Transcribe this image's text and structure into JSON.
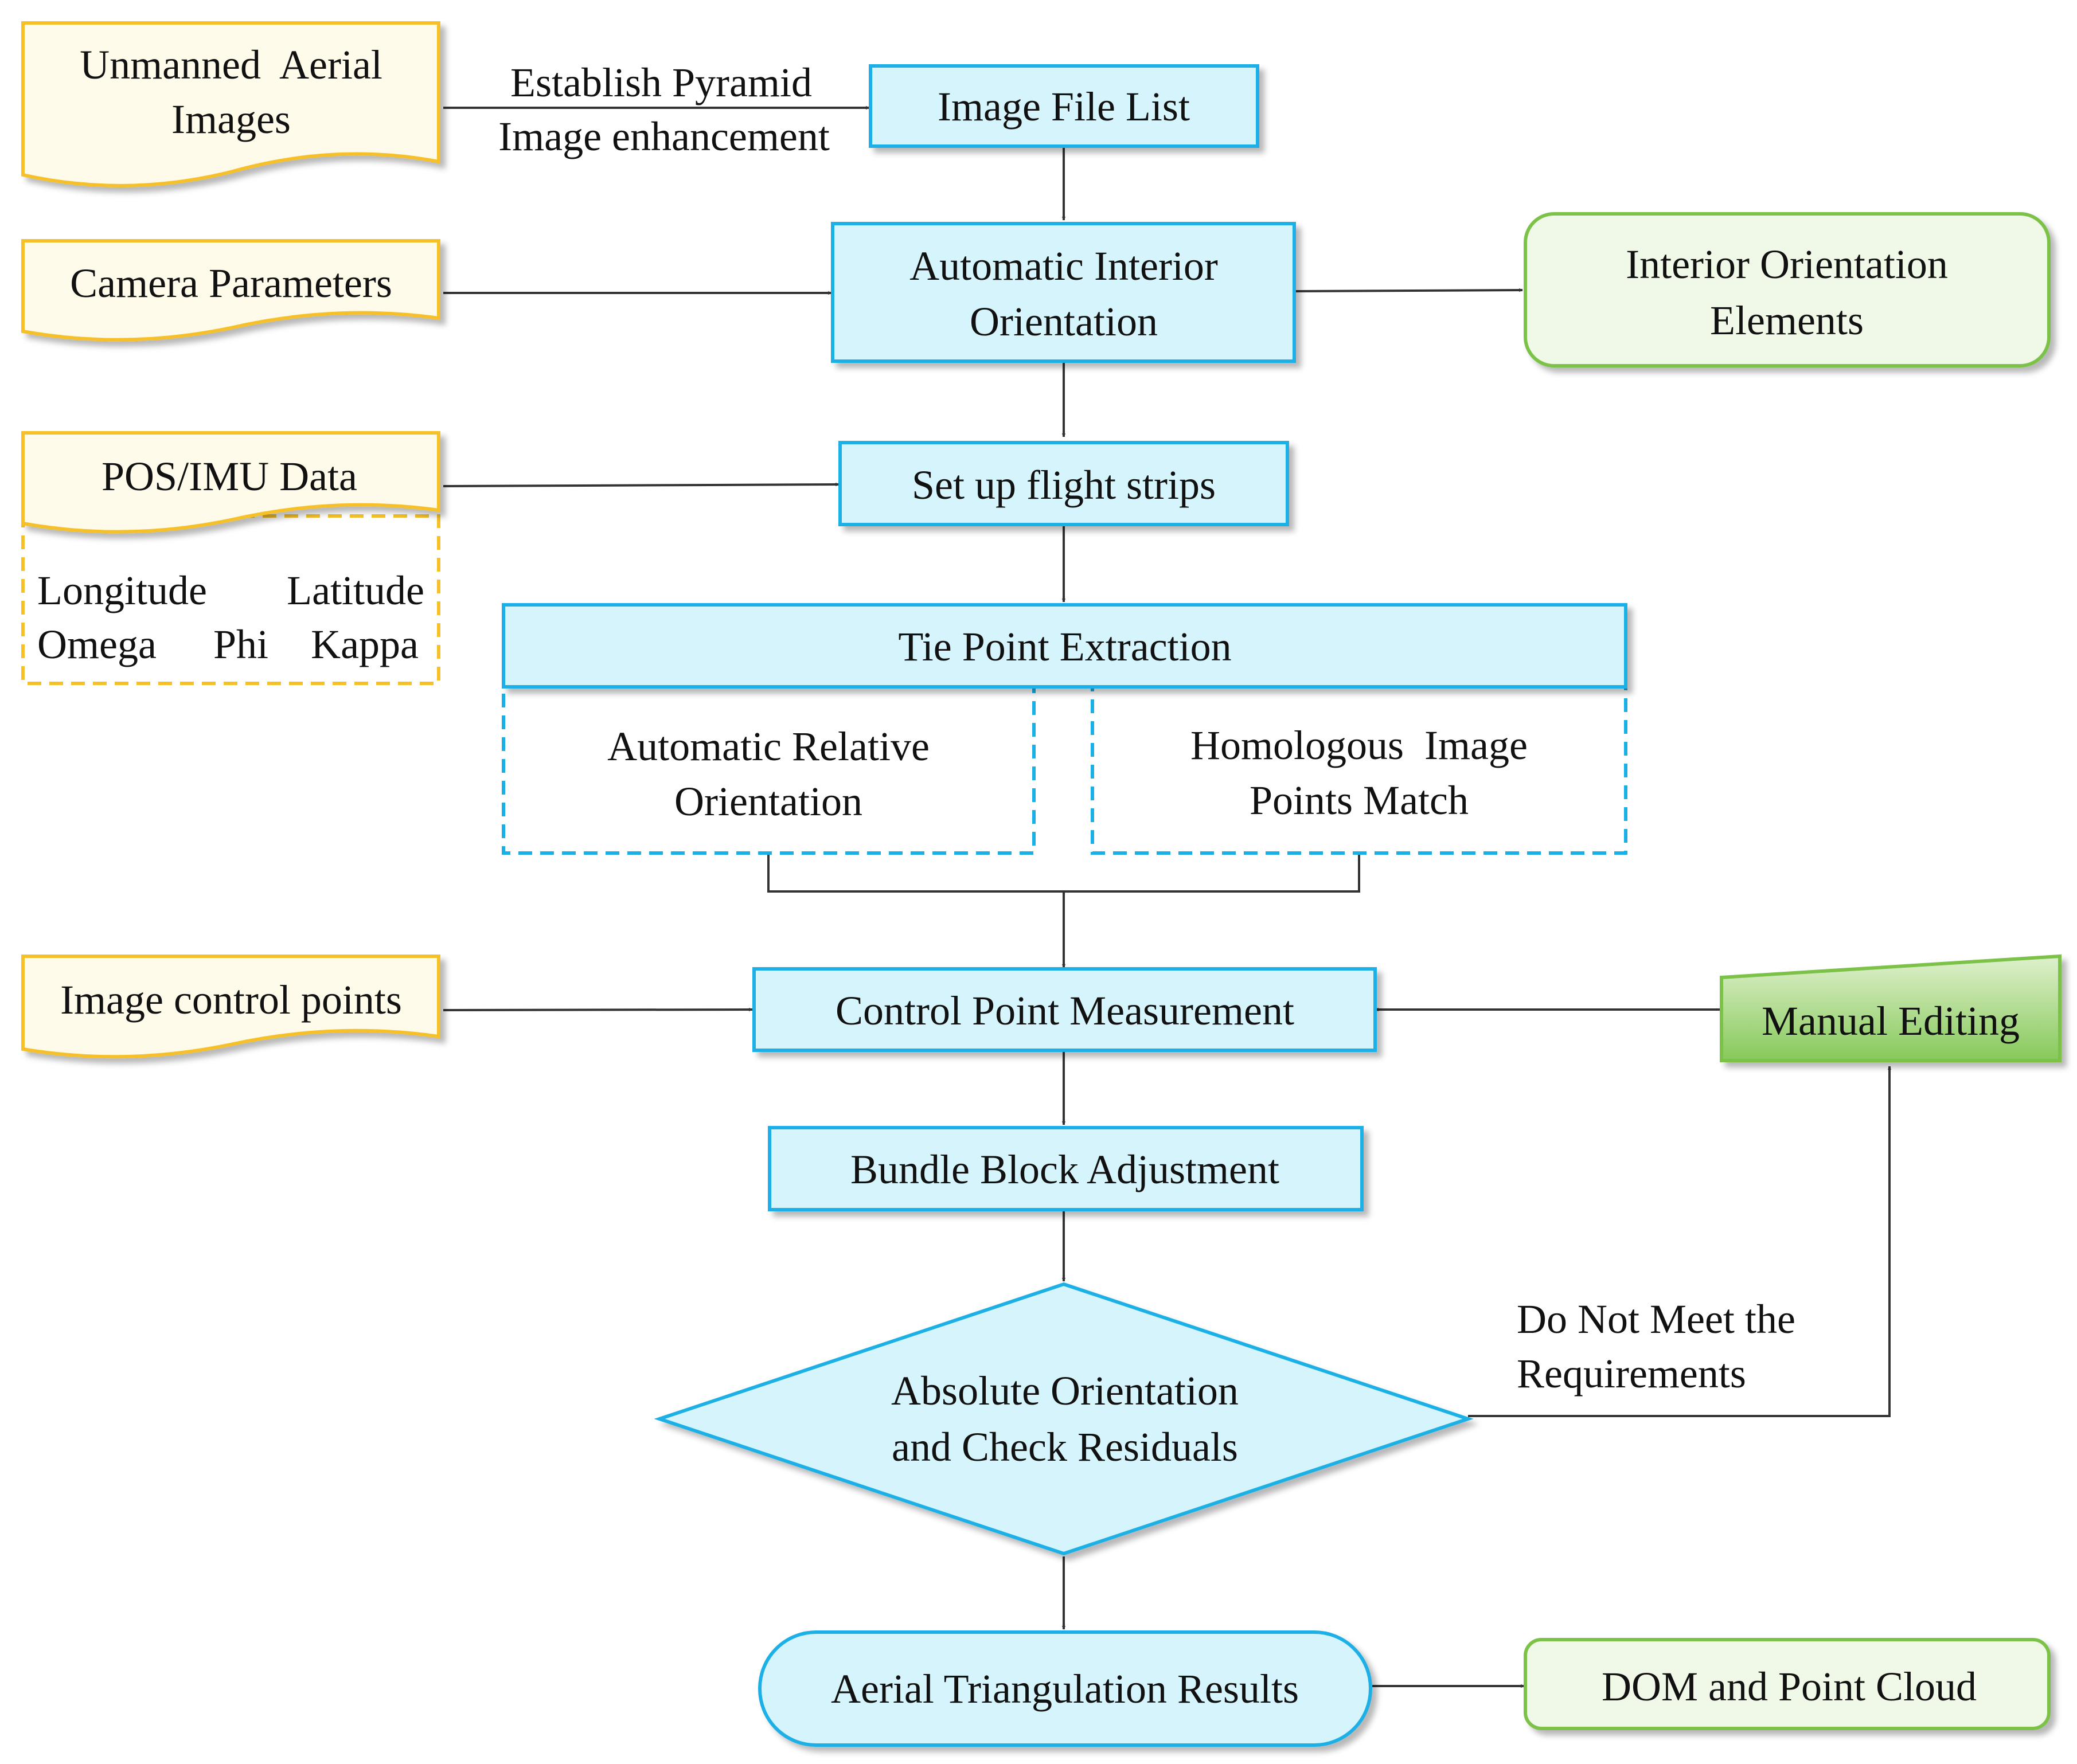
{
  "inputs": {
    "unmanned_aerial_images": [
      "Unmanned  Aerial",
      "Images"
    ],
    "camera_parameters": "Camera Parameters",
    "pos_imu_data": "POS/IMU Data",
    "pos_fields_row1": [
      "Longitude",
      "Latitude"
    ],
    "pos_fields_row2": [
      "Omega",
      "Phi",
      "Kappa"
    ],
    "image_control_points": "Image control points"
  },
  "edge_labels": {
    "pyramid": [
      "Establish Pyramid",
      "Image enhancement"
    ],
    "fail": [
      "Do Not Meet the",
      "Requirements"
    ]
  },
  "process": {
    "image_file_list": "Image File List",
    "automatic_interior_orientation": [
      "Automatic Interior",
      "Orientation"
    ],
    "set_up_flight_strips": "Set up flight strips",
    "tie_point_extraction": "Tie Point Extraction",
    "automatic_relative_orientation": [
      "Automatic Relative",
      "Orientation"
    ],
    "homologous_points_match": [
      "Homologous  Image",
      "Points Match"
    ],
    "control_point_measurement": "Control Point Measurement",
    "bundle_block_adjustment": "Bundle Block Adjustment",
    "absolute_orientation_check": [
      "Absolute Orientation",
      "and Check Residuals"
    ],
    "aerial_triangulation_results": "Aerial Triangulation Results",
    "manual_editing": "Manual Editing"
  },
  "outputs": {
    "interior_orientation_elements": [
      "Interior Orientation",
      "Elements"
    ],
    "dom_and_point_cloud": "DOM and Point Cloud"
  },
  "colors": {
    "process_fill": "#d5f4fb",
    "process_stroke": "#1ab0e6",
    "input_fill": "#fffbea",
    "input_stroke": "#f5c02a",
    "output_fill": "#f0f8e8",
    "output_stroke": "#7cc24a",
    "manual_fill": "#a8d880",
    "arrow": "#333333"
  }
}
